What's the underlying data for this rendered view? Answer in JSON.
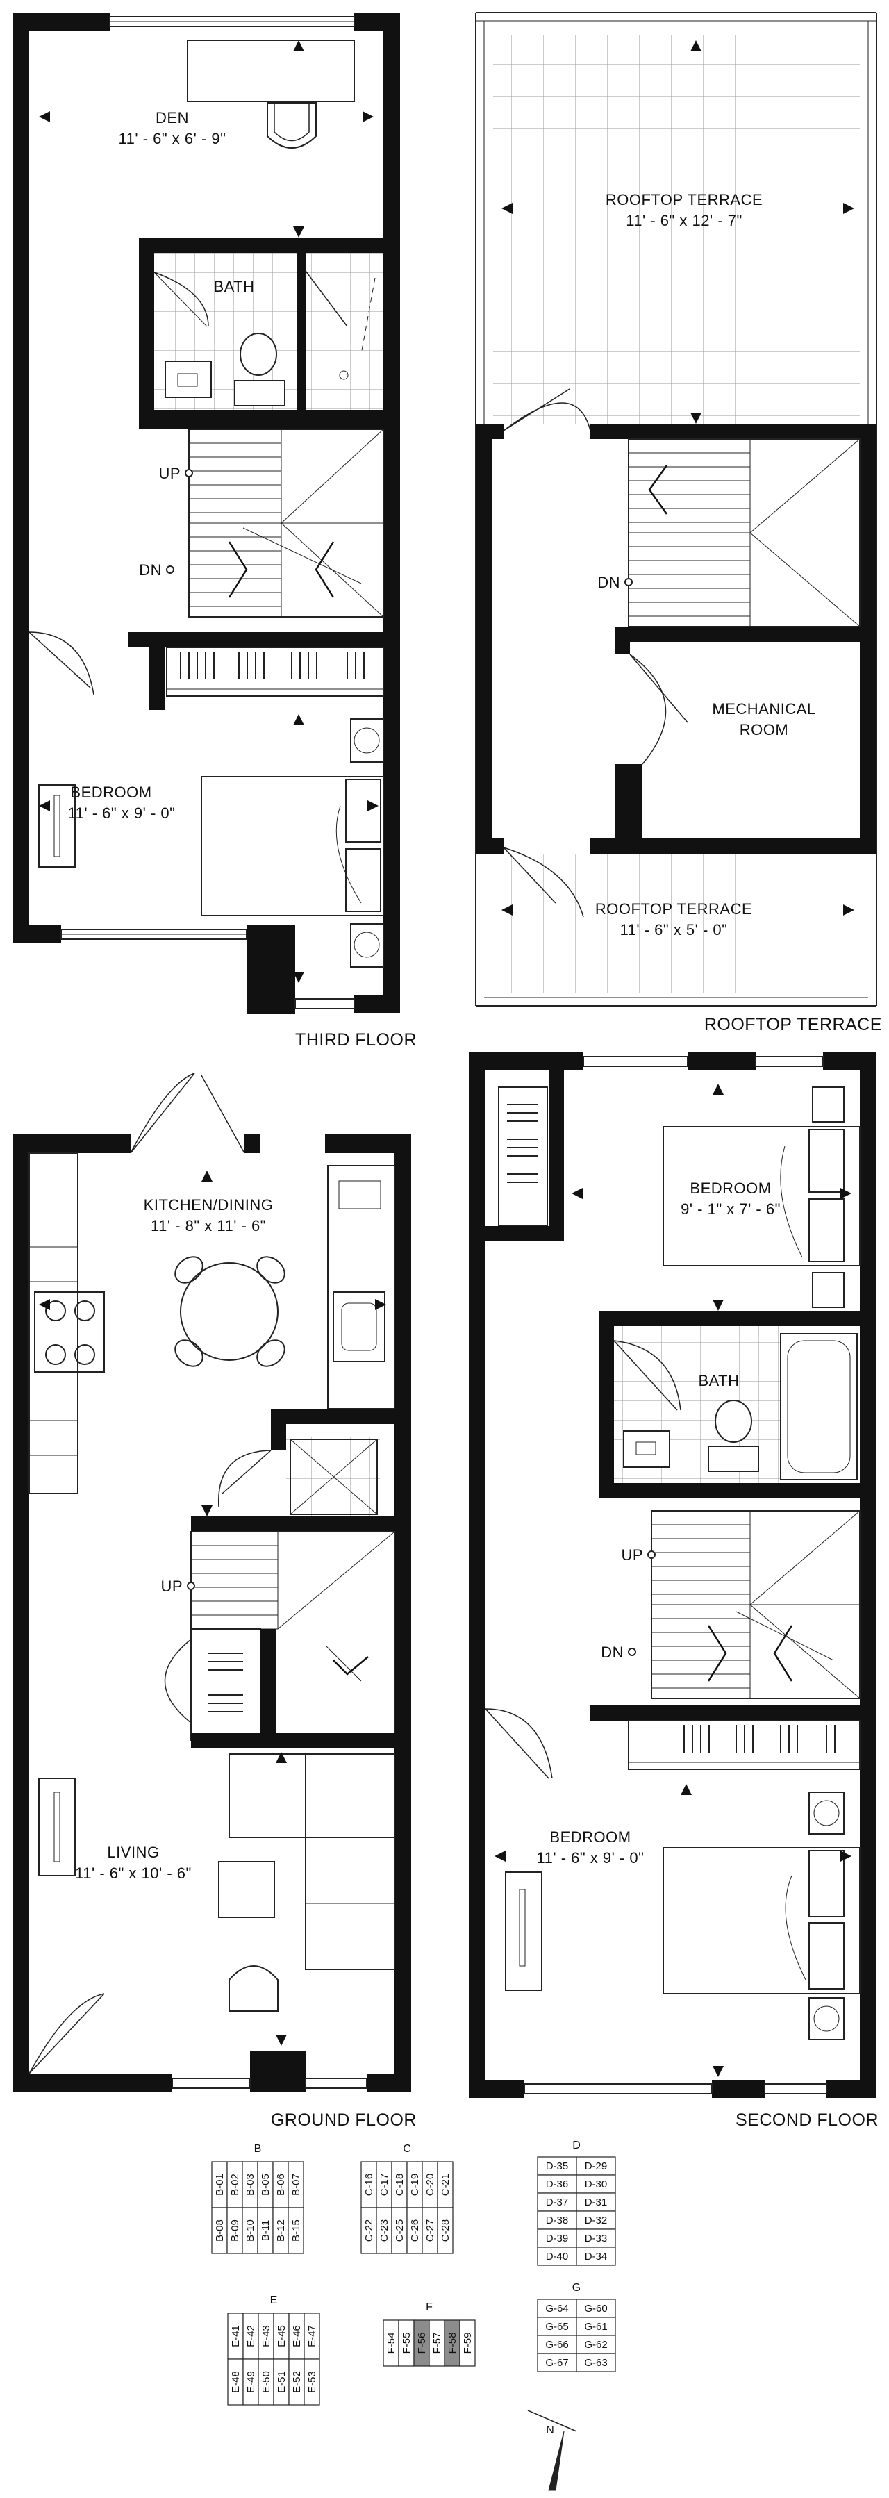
{
  "rooms": {
    "den": {
      "name": "DEN",
      "size": "11' - 6\"  x  6' - 9\""
    },
    "bath_third": {
      "name": "BATH"
    },
    "bedroom_third": {
      "name": "BEDROOM",
      "size": "11' - 6\"  x  9' - 0\""
    },
    "terrace_top": {
      "name": "ROOFTOP TERRACE",
      "size": "11' - 6\"  x  12' - 7\""
    },
    "mechanical": {
      "name1": "MECHANICAL",
      "name2": "ROOM"
    },
    "terrace_bottom": {
      "name": "ROOFTOP TERRACE",
      "size": "11' - 6\"  x  5' - 0\""
    },
    "kitchen": {
      "name": "KITCHEN/DINING",
      "size": "11' - 8\"  x  11' - 6\""
    },
    "living": {
      "name": "LIVING",
      "size": "11' - 6\"  x  10' - 6\""
    },
    "bedroom_second_top": {
      "name": "BEDROOM",
      "size": "9' - 1\"  x  7' - 6\""
    },
    "bath_second": {
      "name": "BATH"
    },
    "bedroom_second": {
      "name": "BEDROOM",
      "size": "11' - 6\"  x  9' - 0\""
    }
  },
  "stairs": {
    "up": "UP",
    "dn": "DN"
  },
  "floors": {
    "third": "THIRD FLOOR",
    "rooftop": "ROOFTOP TERRACE",
    "ground": "GROUND FLOOR",
    "second": "SECOND FLOOR"
  },
  "key_plan": {
    "blocks": [
      {
        "name": "B",
        "row1": [
          "B-01",
          "B-02",
          "B-03",
          "B-05",
          "B-06",
          "B-07"
        ],
        "row2": [
          "B-08",
          "B-09",
          "B-10",
          "B-11",
          "B-12",
          "B-15"
        ]
      },
      {
        "name": "C",
        "row1": [
          "C-16",
          "C-17",
          "C-18",
          "C-19",
          "C-20",
          "C-21"
        ],
        "row2": [
          "C-22",
          "C-23",
          "C-25",
          "C-26",
          "C-27",
          "C-28"
        ]
      },
      {
        "name": "D",
        "col1": [
          "D-35",
          "D-36",
          "D-37",
          "D-38",
          "D-39",
          "D-40"
        ],
        "col2": [
          "D-29",
          "D-30",
          "D-31",
          "D-32",
          "D-33",
          "D-34"
        ]
      },
      {
        "name": "E",
        "row1": [
          "E-41",
          "E-42",
          "E-43",
          "E-45",
          "E-46",
          "E-47"
        ],
        "row2": [
          "E-48",
          "E-49",
          "E-50",
          "E-51",
          "E-52",
          "E-53"
        ]
      },
      {
        "name": "F",
        "row1": [
          "F-54",
          "F-55",
          "F-56",
          "F-57",
          "F-58",
          "F-59"
        ],
        "highlighted": [
          "F-56",
          "F-58"
        ]
      },
      {
        "name": "G",
        "col1": [
          "G-64",
          "G-65",
          "G-66",
          "G-67"
        ],
        "col2": [
          "G-60",
          "G-61",
          "G-62",
          "G-63"
        ]
      }
    ],
    "north": "N"
  },
  "colors": {
    "wall": "#111111",
    "highlight": "#8c8c8c",
    "line": "#222222"
  }
}
